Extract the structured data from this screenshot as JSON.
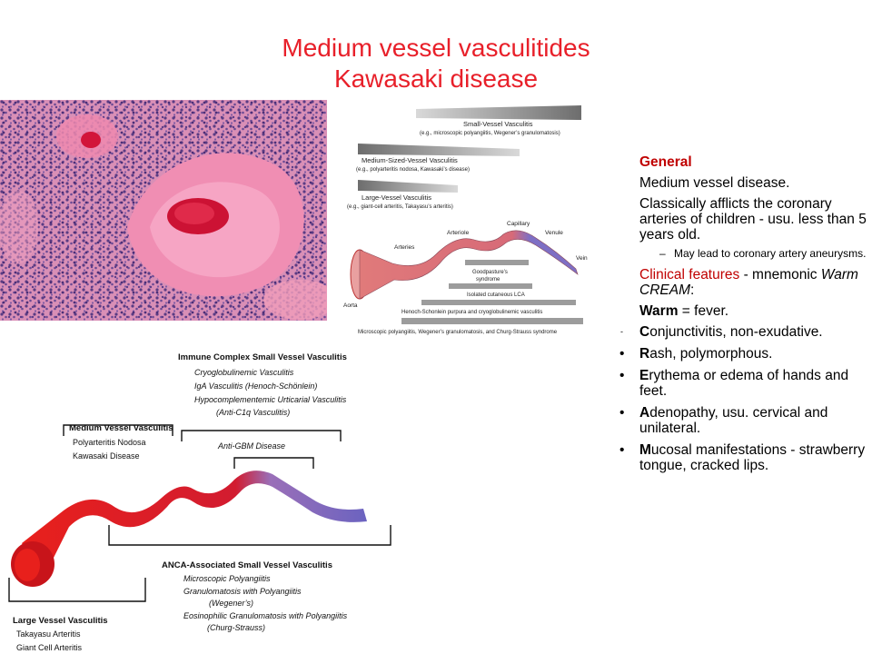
{
  "title": {
    "line1": "Medium vessel vasculitides",
    "line2": "Kawasaki disease"
  },
  "top_diagram": {
    "small_vessel": "Small-Vessel Vasculitis",
    "small_vessel_eg": "(e.g., microscopic polyangiitis, Wegener’s granulomatosis)",
    "medium_vessel": "Medium-Sized-Vessel Vasculitis",
    "medium_vessel_eg": "(e.g., polyarteritis nodosa, Kawasaki’s disease)",
    "large_vessel": "Large-Vessel Vasculitis",
    "large_vessel_eg": "(e.g., giant-cell arteritis, Takayasu’s arteritis)",
    "arteriole": "Arteriole",
    "capillary": "Capillary",
    "venule": "Venule",
    "arteries": "Arteries",
    "vein": "Vein",
    "aorta": "Aorta",
    "goodpasture_1": "Goodpasture’s",
    "goodpasture_2": "syndrome",
    "isolated_lca": "Isolated cutaneous LCA",
    "henoch": "Henoch-Schonlein purpura and cryoglobulinemic vasculitis",
    "microscopic": "Microscopic polyangiitis, Wegener’s granulomatosis, and Churg-Strauss syndrome"
  },
  "bottom_diagram": {
    "immune_complex": "Immune Complex  Small Vessel Vasculitis",
    "cryo": "Cryoglobulinemic Vasculitis",
    "iga": "IgA Vasculitis (Henoch-Schönlein)",
    "hypo": "Hypocomplementemic Urticarial Vasculitis",
    "anti_c1q": "(Anti-C1q Vasculitis)",
    "medium_title": "Medium Vessel Vasculitis",
    "pan": "Polyarteritis Nodosa",
    "kawasaki": "Kawasaki Disease",
    "anti_gbm": "Anti-GBM Disease",
    "anca": "ANCA-Associated Small Vessel Vasculitis",
    "mpa": "Microscopic Polyangiitis",
    "gpa": "Granulomatosis with Polyangiitis",
    "wegener": "(Wegener’s)",
    "egpa": "Eosinophilic Granulomatosis with Polyangiitis",
    "churg": "(Churg-Strauss)",
    "large_title": "Large Vessel Vasculitis",
    "takayasu": "Takayasu Arteritis",
    "gca": "Giant Cell Arteritis"
  },
  "notes": {
    "general": "General",
    "line1": "Medium vessel disease.",
    "line2": "Classically afflicts the coronary arteries of children - usu. less than 5 years old.",
    "sub": "May lead to coronary artery aneurysms.",
    "clinical_a": "Clinical features",
    "clinical_b": " - mnemonic ",
    "clinical_c": "Warm CREAM",
    "clinical_d": ":",
    "warm_a": "Warm",
    "warm_b": " = fever.",
    "bullets": [
      {
        "marker": "-",
        "first": "C",
        "rest": "onjunctivitis, non-exudative."
      },
      {
        "marker": "•",
        "first": "R",
        "rest": "ash, polymorphous."
      },
      {
        "marker": "•",
        "first": "E",
        "rest": "rythema or edema of hands and feet."
      },
      {
        "marker": "•",
        "first": "A",
        "rest": "denopathy, usu. cervical and unilateral."
      },
      {
        "marker": "•",
        "first": "M",
        "rest": "ucosal manifestations - strawberry tongue, cracked lips."
      }
    ]
  },
  "colors": {
    "title": "#e8202a",
    "heading": "#c00000",
    "artery_red": "#e8201c",
    "vein_purple": "#7b72b8",
    "histology_pink": "#e88fb0"
  }
}
